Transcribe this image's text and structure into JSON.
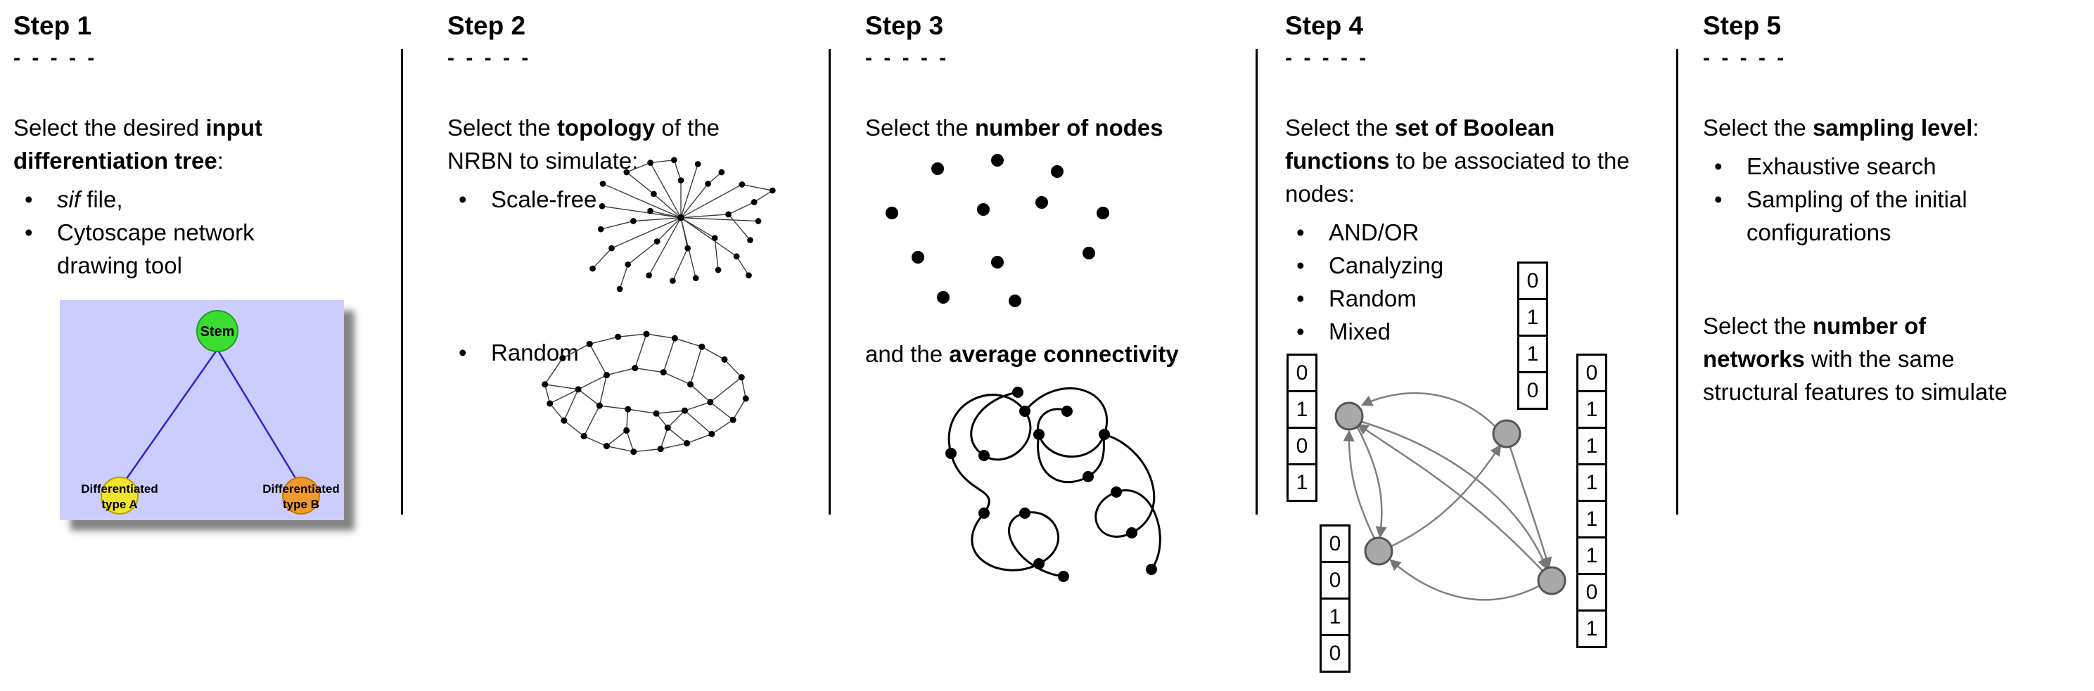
{
  "colors": {
    "stem_green": "#3ddc33",
    "type_a_yellow": "#f2e42c",
    "type_b_orange": "#f2992e",
    "tree_background": "#ccccff",
    "tree_edge_blue": "#2626cc",
    "boolean_node_gray": "#a8a8a8",
    "arrow_gray": "#808080"
  },
  "steps": [
    {
      "title": "Step 1",
      "dashes": "- - - - -",
      "intro": {
        "pre": "Select the desired ",
        "bold": "input differentiation tree",
        "post": ":"
      },
      "bullets": [
        {
          "italic": "sif",
          "rest": " file,"
        },
        {
          "text": "Cytoscape network drawing tool"
        }
      ],
      "tree": {
        "stem": "Stem",
        "type_a_line1": "Differentiated",
        "type_a_line2": "type A",
        "type_b_line1": "Differentiated",
        "type_b_line2": "type B"
      }
    },
    {
      "title": "Step 2",
      "dashes": "- - - - -",
      "intro": {
        "pre": "Select the ",
        "bold": "topology",
        "post": " of the NRBN to simulate:"
      },
      "bullets": [
        {
          "text": "Scale-free"
        },
        {
          "text": "Random"
        }
      ]
    },
    {
      "title": "Step 3",
      "dashes": "- - - - -",
      "line1": {
        "pre": "Select the ",
        "bold": "number of nodes",
        "post": ""
      },
      "line2": {
        "pre": "and the ",
        "bold": "average connectivity",
        "post": ""
      }
    },
    {
      "title": "Step 4",
      "dashes": "- - - - -",
      "intro": {
        "pre": "Select the ",
        "bold": "set of Boolean functions",
        "post": " to be associated to the nodes:"
      },
      "bullets": [
        {
          "text": "AND/OR"
        },
        {
          "text": "Canalyzing"
        },
        {
          "text": "Random"
        },
        {
          "text": "Mixed"
        }
      ],
      "truth_tables": {
        "left": [
          "0",
          "1",
          "0",
          "1"
        ],
        "top": [
          "0",
          "1",
          "1",
          "0"
        ],
        "bottom_left": [
          "0",
          "0",
          "1",
          "0"
        ],
        "right": [
          "0",
          "1",
          "1",
          "1",
          "1",
          "1",
          "0",
          "1"
        ]
      }
    },
    {
      "title": "Step 5",
      "dashes": "- - - - -",
      "intro": {
        "pre": "Select the ",
        "bold": "sampling level",
        "post": ":"
      },
      "bullets": [
        {
          "text": "Exhaustive search"
        },
        {
          "text": "Sampling of the initial configurations"
        }
      ],
      "second_lines": [
        {
          "pre": "Select the ",
          "bold": "number of",
          "post": ""
        },
        {
          "pre": "",
          "bold": "networks",
          "post": " with the same"
        },
        {
          "pre": "structural features to simulate",
          "bold": "",
          "post": ""
        }
      ]
    }
  ]
}
